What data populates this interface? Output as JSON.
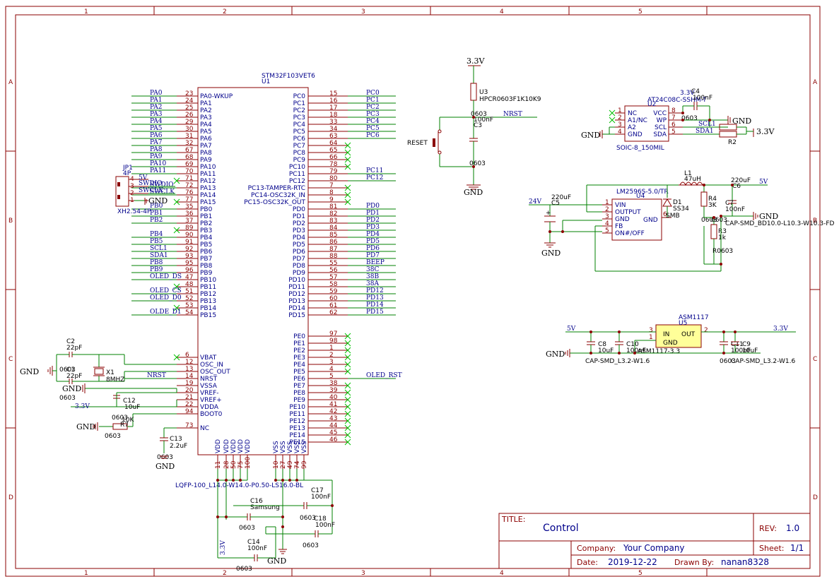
{
  "frame": {
    "cols": [
      "1",
      "2",
      "3",
      "4",
      "5"
    ],
    "rows": [
      "A",
      "B",
      "C",
      "D"
    ]
  },
  "mcu": {
    "name": "STM32F103VET6",
    "ref": "U1",
    "package": "LQFP-100_L14.0-W14.0-P0.50-LS16.0-BL",
    "left_pins": [
      {
        "num": "23",
        "name": "PA0-WKUP",
        "net": "PA0"
      },
      {
        "num": "24",
        "name": "PA1",
        "net": "PA1"
      },
      {
        "num": "25",
        "name": "PA2",
        "net": "PA2"
      },
      {
        "num": "26",
        "name": "PA3",
        "net": "PA3"
      },
      {
        "num": "29",
        "name": "PA4",
        "net": "PA4"
      },
      {
        "num": "30",
        "name": "PA5",
        "net": "PA5"
      },
      {
        "num": "31",
        "name": "PA6",
        "net": "PA6"
      },
      {
        "num": "32",
        "name": "PA7",
        "net": "PA7"
      },
      {
        "num": "67",
        "name": "PA8",
        "net": "PA8"
      },
      {
        "num": "68",
        "name": "PA9",
        "net": "PA9"
      },
      {
        "num": "69",
        "name": "PA10",
        "net": "PA10"
      },
      {
        "num": "70",
        "name": "PA11",
        "net": "PA11"
      },
      {
        "num": "71",
        "name": "PA12",
        "net": ""
      },
      {
        "num": "72",
        "name": "PA13",
        "net": "SWDIO"
      },
      {
        "num": "76",
        "name": "PA14",
        "net": "SWCLK"
      },
      {
        "num": "77",
        "name": "PA15",
        "net": ""
      },
      {
        "num": "35",
        "name": "PB0",
        "net": "PB0"
      },
      {
        "num": "36",
        "name": "PB1",
        "net": "PB1"
      },
      {
        "num": "37",
        "name": "PB2",
        "net": "PB2"
      },
      {
        "num": "89",
        "name": "PB3",
        "net": ""
      },
      {
        "num": "90",
        "name": "PB4",
        "net": "PB4"
      },
      {
        "num": "91",
        "name": "PB5",
        "net": "PB5"
      },
      {
        "num": "92",
        "name": "PB6",
        "net": "SCL1"
      },
      {
        "num": "93",
        "name": "PB7",
        "net": "SDA1"
      },
      {
        "num": "95",
        "name": "PB8",
        "net": "PB8"
      },
      {
        "num": "96",
        "name": "PB9",
        "net": "PB9"
      },
      {
        "num": "47",
        "name": "PB10",
        "net": "OLED_DS"
      },
      {
        "num": "48",
        "name": "PB11",
        "net": ""
      },
      {
        "num": "51",
        "name": "PB12",
        "net": "OLED_CS"
      },
      {
        "num": "52",
        "name": "PB13",
        "net": "OLED_D0"
      },
      {
        "num": "53",
        "name": "PB14",
        "net": ""
      },
      {
        "num": "54",
        "name": "PB15",
        "net": "OLDE_D1"
      }
    ],
    "left_pins2": [
      {
        "num": "6",
        "name": "VBAT"
      },
      {
        "num": "12",
        "name": "OSC_IN"
      },
      {
        "num": "13",
        "name": "OSC_OUT"
      },
      {
        "num": "14",
        "name": "NRST"
      },
      {
        "num": "19",
        "name": "VSSA"
      },
      {
        "num": "20",
        "name": "VREF-"
      },
      {
        "num": "21",
        "name": "VREF+"
      },
      {
        "num": "22",
        "name": "VDDA"
      },
      {
        "num": "94",
        "name": "BOOT0"
      },
      {
        "num": "73",
        "name": "NC"
      }
    ],
    "right_pins": [
      {
        "num": "15",
        "name": "PC0",
        "net": "PC0"
      },
      {
        "num": "16",
        "name": "PC1",
        "net": "PC1"
      },
      {
        "num": "17",
        "name": "PC2",
        "net": "PC2"
      },
      {
        "num": "18",
        "name": "PC3",
        "net": "PC3"
      },
      {
        "num": "33",
        "name": "PC4",
        "net": "PC4"
      },
      {
        "num": "34",
        "name": "PC5",
        "net": "PC5"
      },
      {
        "num": "63",
        "name": "PC6",
        "net": "PC6"
      },
      {
        "num": "64",
        "name": "PC7",
        "net": ""
      },
      {
        "num": "65",
        "name": "PC8",
        "net": ""
      },
      {
        "num": "66",
        "name": "PC9",
        "net": ""
      },
      {
        "num": "78",
        "name": "PC10",
        "net": ""
      },
      {
        "num": "79",
        "name": "PC11",
        "net": "PC11"
      },
      {
        "num": "80",
        "name": "PC12",
        "net": "PC12"
      },
      {
        "num": "7",
        "name": "PC13-TAMPER-RTC",
        "net": ""
      },
      {
        "num": "8",
        "name": "PC14-OSC32K_IN",
        "net": ""
      },
      {
        "num": "9",
        "name": "PC15-OSC32K_OUT",
        "net": ""
      },
      {
        "num": "81",
        "name": "PD0",
        "net": "PD0"
      },
      {
        "num": "82",
        "name": "PD1",
        "net": "PD1"
      },
      {
        "num": "83",
        "name": "PD2",
        "net": "PD2"
      },
      {
        "num": "84",
        "name": "PD3",
        "net": "PD3"
      },
      {
        "num": "85",
        "name": "PD4",
        "net": "PD4"
      },
      {
        "num": "86",
        "name": "PD5",
        "net": "PD5"
      },
      {
        "num": "87",
        "name": "PD6",
        "net": "PD6"
      },
      {
        "num": "88",
        "name": "PD7",
        "net": "PD7"
      },
      {
        "num": "55",
        "name": "PD8",
        "net": "BEEP"
      },
      {
        "num": "56",
        "name": "PD9",
        "net": "38C"
      },
      {
        "num": "57",
        "name": "PD10",
        "net": "38B"
      },
      {
        "num": "58",
        "name": "PD11",
        "net": "38A"
      },
      {
        "num": "59",
        "name": "PD12",
        "net": "PD12"
      },
      {
        "num": "60",
        "name": "PD13",
        "net": "PD13"
      },
      {
        "num": "61",
        "name": "PD14",
        "net": "PD14"
      },
      {
        "num": "62",
        "name": "PD15",
        "net": "PD15"
      },
      {
        "num": "97",
        "name": "PE0",
        "net": ""
      },
      {
        "num": "98",
        "name": "PE1",
        "net": ""
      },
      {
        "num": "1",
        "name": "PE2",
        "net": ""
      },
      {
        "num": "2",
        "name": "PE3",
        "net": ""
      },
      {
        "num": "3",
        "name": "PE4",
        "net": ""
      },
      {
        "num": "4",
        "name": "PE5",
        "net": ""
      },
      {
        "num": "5",
        "name": "PE6",
        "net": "OLED_RST"
      },
      {
        "num": "38",
        "name": "PE7",
        "net": ""
      },
      {
        "num": "39",
        "name": "PE8",
        "net": ""
      },
      {
        "num": "40",
        "name": "PE9",
        "net": ""
      },
      {
        "num": "41",
        "name": "PE10",
        "net": ""
      },
      {
        "num": "42",
        "name": "PE11",
        "net": ""
      },
      {
        "num": "43",
        "name": "PE12",
        "net": ""
      },
      {
        "num": "44",
        "name": "PE13",
        "net": ""
      },
      {
        "num": "45",
        "name": "PE14",
        "net": ""
      },
      {
        "num": "46",
        "name": "PE15",
        "net": ""
      }
    ],
    "bottom_pins": [
      {
        "num": "11",
        "name": "VDD"
      },
      {
        "num": "28",
        "name": "VDD"
      },
      {
        "num": "50",
        "name": "VDD"
      },
      {
        "num": "75",
        "name": "VDD"
      },
      {
        "num": "100",
        "name": "VDD"
      },
      {
        "num": "10",
        "name": "VSS"
      },
      {
        "num": "27",
        "name": "VSS"
      },
      {
        "num": "49",
        "name": "VSS"
      },
      {
        "num": "74",
        "name": "VSS"
      },
      {
        "num": "99",
        "name": "VSS"
      }
    ]
  },
  "jp1": {
    "ref": "JP1",
    "value": "4P",
    "footprint": "XH2.54-4P",
    "pins": [
      "4",
      "3",
      "2",
      "1"
    ],
    "nets": [
      "5V",
      "SWDIO",
      "SWCLK",
      "GND"
    ]
  },
  "crystal": {
    "ref": "X1",
    "value": "8MHZ",
    "c2": {
      "ref": "C2",
      "value": "22pF",
      "fp": "0603"
    },
    "c1": {
      "ref": "C1",
      "value": "22pF",
      "fp": "0603"
    }
  },
  "misc_left": {
    "gnd1": "GND",
    "gnd2": "GND",
    "gnd3": "GND",
    "gnd4": "GND",
    "nrst": "NRST",
    "v33": "3.3V",
    "c12": {
      "ref": "C12",
      "value": "10uF",
      "fp": "0603"
    },
    "r7": {
      "ref": "R7",
      "value": "10K",
      "fp": "0603"
    },
    "c13": {
      "ref": "C13",
      "value": "2.2uF",
      "fp": "0603"
    }
  },
  "decoupling": {
    "c16": {
      "ref": "C16",
      "value": "Samsung",
      "fp": "0603"
    },
    "c17": {
      "ref": "C17",
      "value": "100nF",
      "fp": "0603"
    },
    "c18": {
      "ref": "C18",
      "value": "100nF",
      "fp": "0603"
    },
    "c14": {
      "ref": "C14",
      "value": "100nF",
      "fp": "0603"
    },
    "v33": "3.3V",
    "gnd": "GND"
  },
  "reset": {
    "v33": "3.3V",
    "u3": {
      "ref": "U3",
      "value": "HPCR0603F1K10K9"
    },
    "c3": {
      "ref": "C3",
      "value": "100nF",
      "fp": "0603",
      "fp2": "0603"
    },
    "nrst": "NRST",
    "label": "RESET",
    "gnd": "GND"
  },
  "eeprom": {
    "name": "AT24C08C-SSHM-T",
    "ref": "U2",
    "footprint": "SOIC-8_150MIL",
    "left": [
      {
        "num": "1",
        "name": "NC"
      },
      {
        "num": "2",
        "name": "A1/NC"
      },
      {
        "num": "3",
        "name": "A2"
      },
      {
        "num": "4",
        "name": "GND"
      }
    ],
    "right": [
      {
        "num": "8",
        "name": "VCC"
      },
      {
        "num": "7",
        "name": "WP"
      },
      {
        "num": "6",
        "name": "SCL"
      },
      {
        "num": "5",
        "name": "SDA"
      }
    ],
    "c4": {
      "ref": "C4",
      "value": "100nF",
      "v": "3.3V",
      "fp": "0603"
    },
    "r2": {
      "ref": "R2"
    },
    "nets": {
      "scl": "SCL1",
      "sda": "SDA1",
      "gnd": "GND",
      "v33": "3.3V",
      "gnd2": "GND"
    }
  },
  "buck": {
    "name": "LM2596S-5.0/TR",
    "ref": "U4",
    "pins": [
      {
        "num": "1",
        "name": "VIN"
      },
      {
        "num": "2",
        "name": "OUTPUT"
      },
      {
        "num": "3",
        "name": "GND"
      },
      {
        "num": "4",
        "name": "FB"
      },
      {
        "num": "5",
        "name": "ON#/OFF"
      }
    ],
    "gnd_pin": {
      "num": "6",
      "name": "GND"
    },
    "l1": {
      "ref": "L1",
      "value": "47uH"
    },
    "d1": {
      "ref": "D1",
      "value": "SS34",
      "fp": "SMB"
    },
    "c5": {
      "ref": "C5",
      "value": "220uF"
    },
    "c6": {
      "ref": "C6",
      "value": "220uF"
    },
    "c7": {
      "ref": "C7",
      "value": "100nF"
    },
    "r4": {
      "ref": "R4",
      "value": "3K",
      "fp": "0603"
    },
    "r3": {
      "ref": "R3",
      "value": "1k",
      "fp": "R0603"
    },
    "fp_cap": "CAP-SMD_BD10.0-L10.3-W10.3-FD",
    "fp_0603": "0603",
    "nets": {
      "vin": "24V",
      "vout": "5V",
      "gnd": "GND",
      "gnd2": "GND"
    }
  },
  "ldo": {
    "name": "ASM1117",
    "ref": "U5",
    "part": "ASM1117-3.3",
    "pins": {
      "in": "IN",
      "out": "OUT",
      "gnd": "GND",
      "p1": "1",
      "p2": "2",
      "p3": "3"
    },
    "c8": {
      "ref": "C8",
      "value": "10uF"
    },
    "c10": {
      "ref": "C10",
      "value": "100nF"
    },
    "c11": {
      "ref": "C11",
      "value": "100nF"
    },
    "c9": {
      "ref": "C9",
      "value": "10uF"
    },
    "fp_left": "CAP-SMD_L3.2-W1.6",
    "fp_0603": "0603",
    "nets": {
      "vin": "5V",
      "vout": "3.3V",
      "gnd": "GND"
    }
  },
  "titleblock": {
    "title_label": "TITLE:",
    "title": "Control",
    "rev_label": "REV:",
    "rev": "1.0",
    "company_label": "Company:",
    "company": "Your Company",
    "sheet_label": "Sheet:",
    "sheet": "1/1",
    "date_label": "Date:",
    "date": "2019-12-22",
    "drawn_label": "Drawn By:",
    "drawn": "nanan8328"
  }
}
